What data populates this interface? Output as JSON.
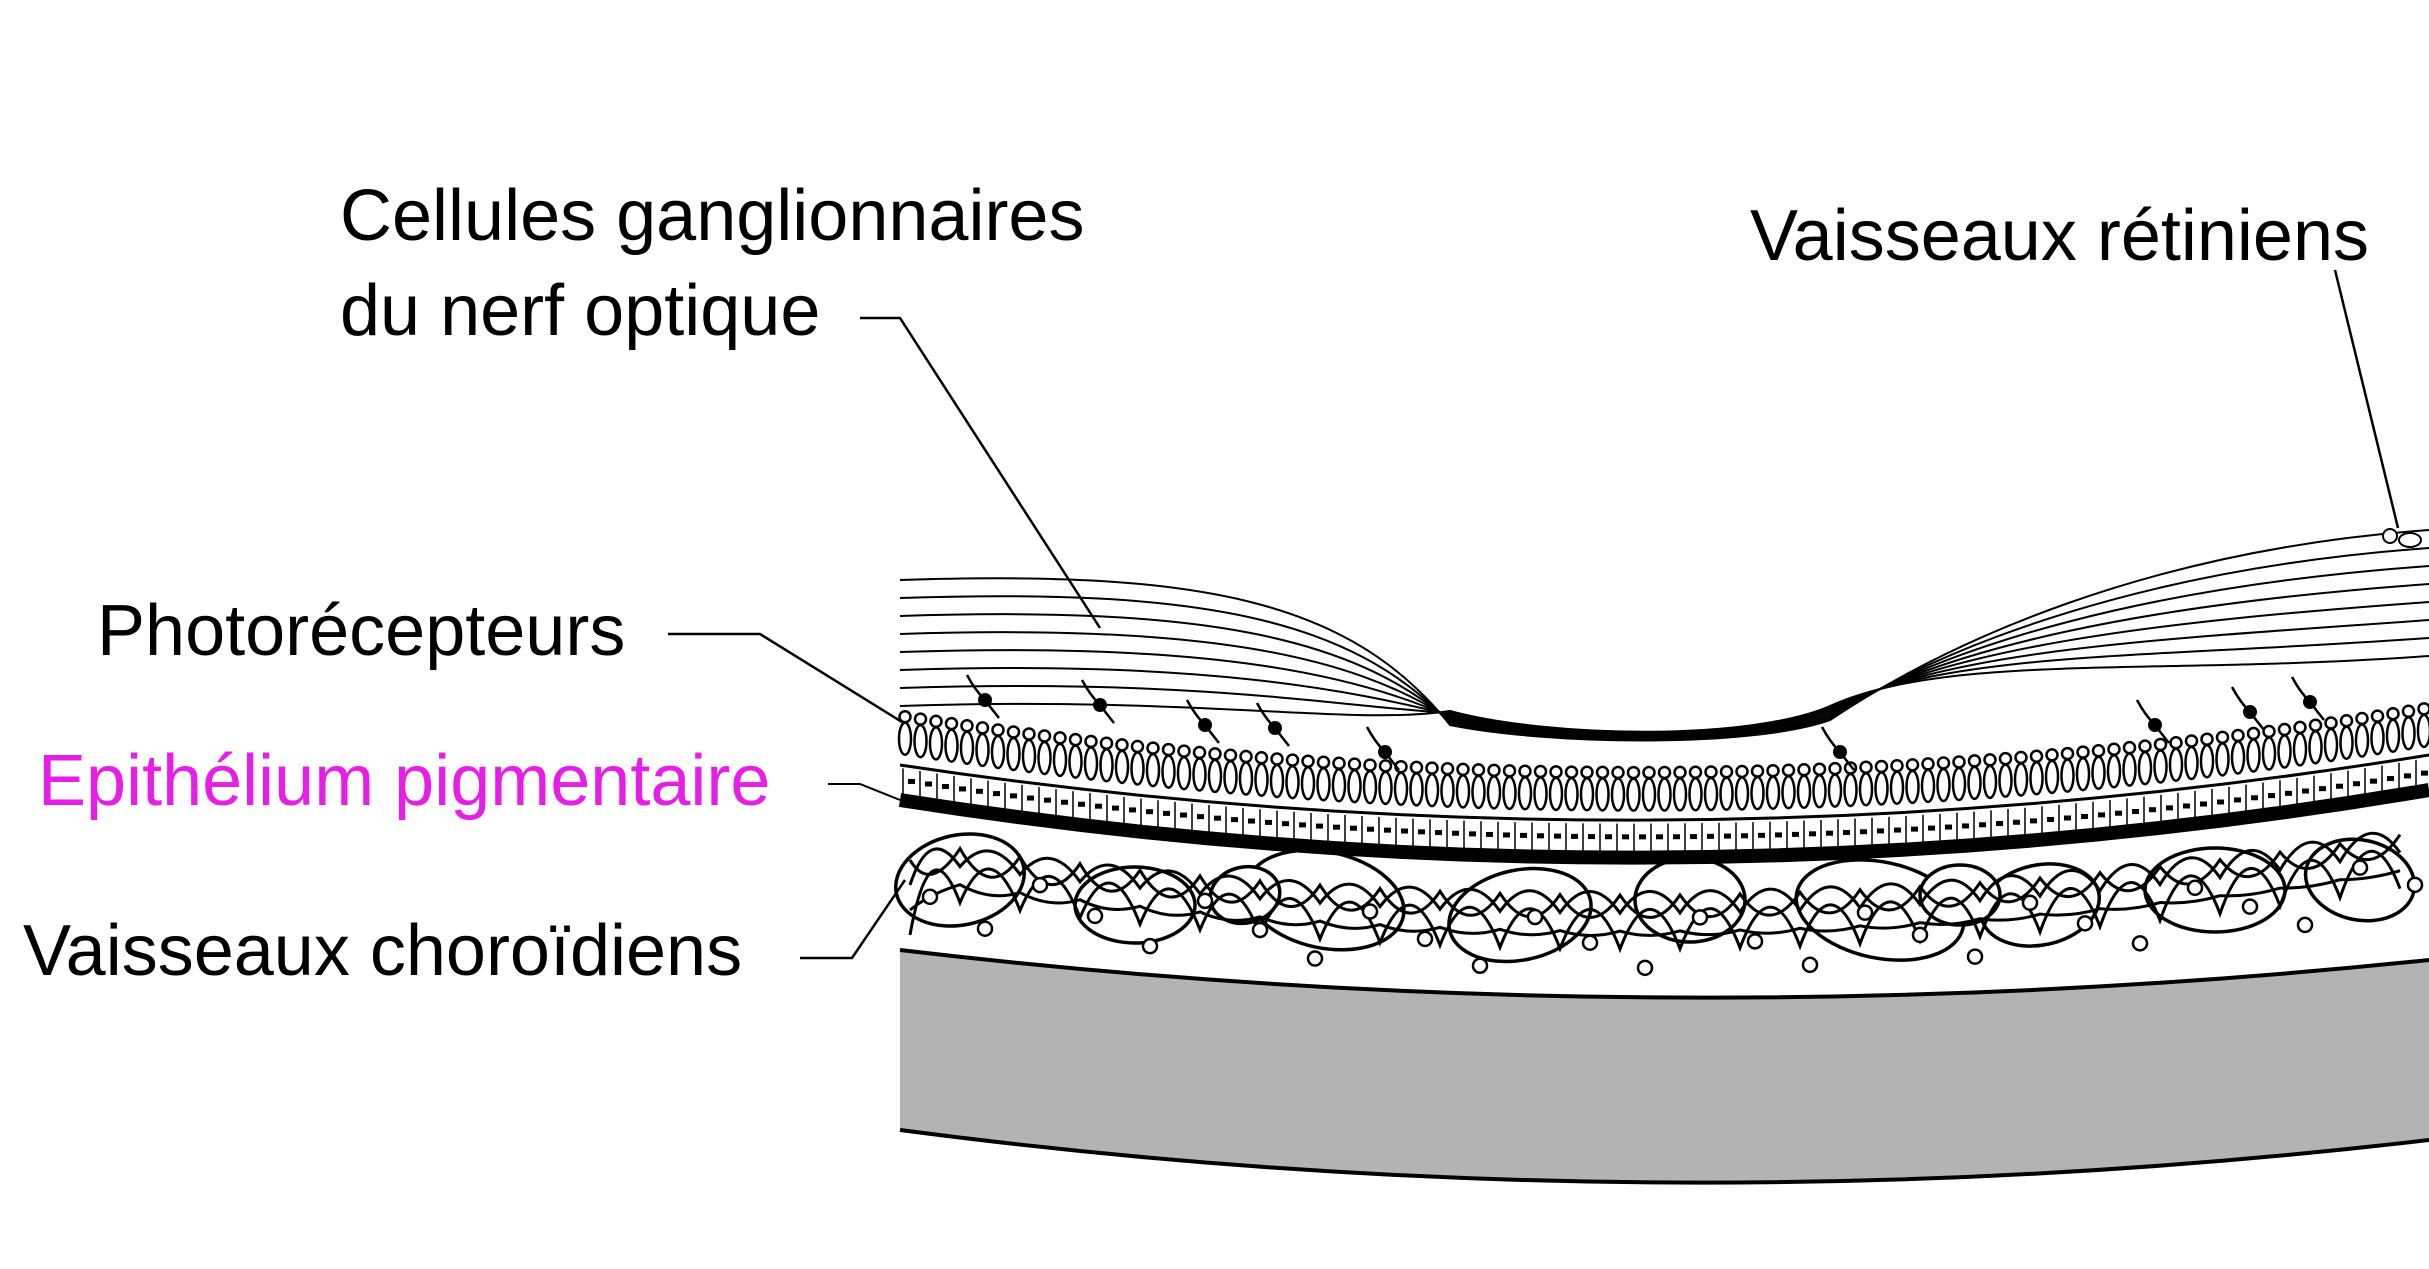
{
  "labels": {
    "ganglion_line1": "Cellules ganglionnaires",
    "ganglion_line2": "du nerf optique",
    "retinal_vessels": "Vaisseaux rétiniens",
    "photoreceptors": "Photorécepteurs",
    "pigment_epithelium": "Epithélium pigmentaire",
    "choroid_vessels": "Vaisseaux choroïdiens"
  },
  "colors": {
    "text": "#000000",
    "accent_label": "#e61ee6",
    "sclera_fill": "#b3b3b3",
    "line": "#000000"
  }
}
